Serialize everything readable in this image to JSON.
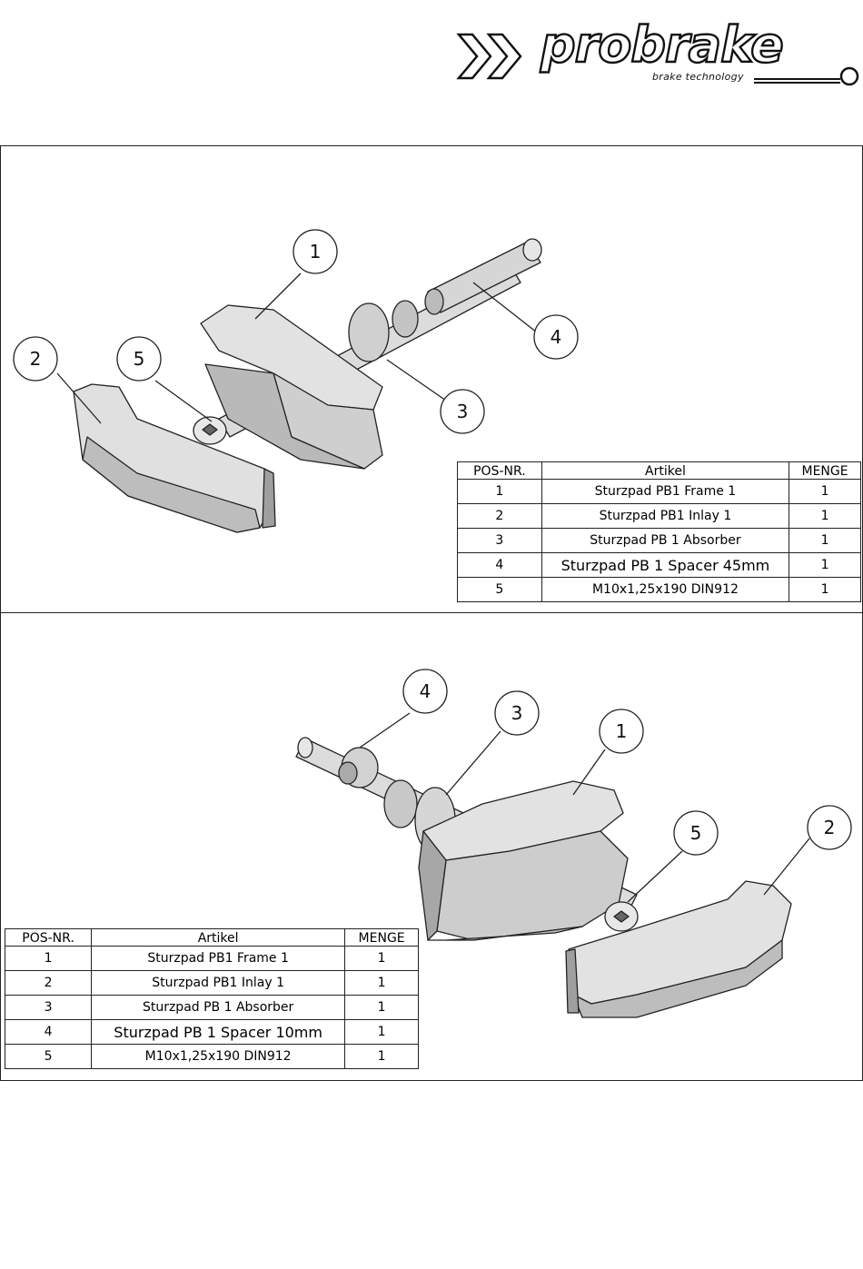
{
  "brand": {
    "name": "probrake",
    "tagline": "brake technology"
  },
  "icons": [
    "double-chevron-icon",
    "brake-line-icon"
  ],
  "colors": {
    "ink": "#222222",
    "part_fill": "#d8d8d8",
    "part_shade": "#a9a9a9"
  },
  "views": [
    {
      "callouts": [
        "1",
        "2",
        "3",
        "4",
        "5"
      ],
      "table": {
        "headers": [
          "POS-NR.",
          "Artikel",
          "MENGE"
        ],
        "rows": [
          [
            "1",
            "Sturzpad PB1 Frame 1",
            "1"
          ],
          [
            "2",
            "Sturzpad PB1 Inlay 1",
            "1"
          ],
          [
            "3",
            "Sturzpad PB 1 Absorber",
            "1"
          ],
          [
            "4",
            "Sturzpad PB 1 Spacer 45mm",
            "1"
          ],
          [
            "5",
            "M10x1,25x190 DIN912",
            "1"
          ]
        ]
      }
    },
    {
      "callouts": [
        "4",
        "3",
        "1",
        "5",
        "2"
      ],
      "table": {
        "headers": [
          "POS-NR.",
          "Artikel",
          "MENGE"
        ],
        "rows": [
          [
            "1",
            "Sturzpad PB1 Frame 1",
            "1"
          ],
          [
            "2",
            "Sturzpad PB1 Inlay 1",
            "1"
          ],
          [
            "3",
            "Sturzpad PB 1 Absorber",
            "1"
          ],
          [
            "4",
            "Sturzpad PB 1 Spacer 10mm",
            "1"
          ],
          [
            "5",
            "M10x1,25x190 DIN912",
            "1"
          ]
        ]
      }
    }
  ]
}
